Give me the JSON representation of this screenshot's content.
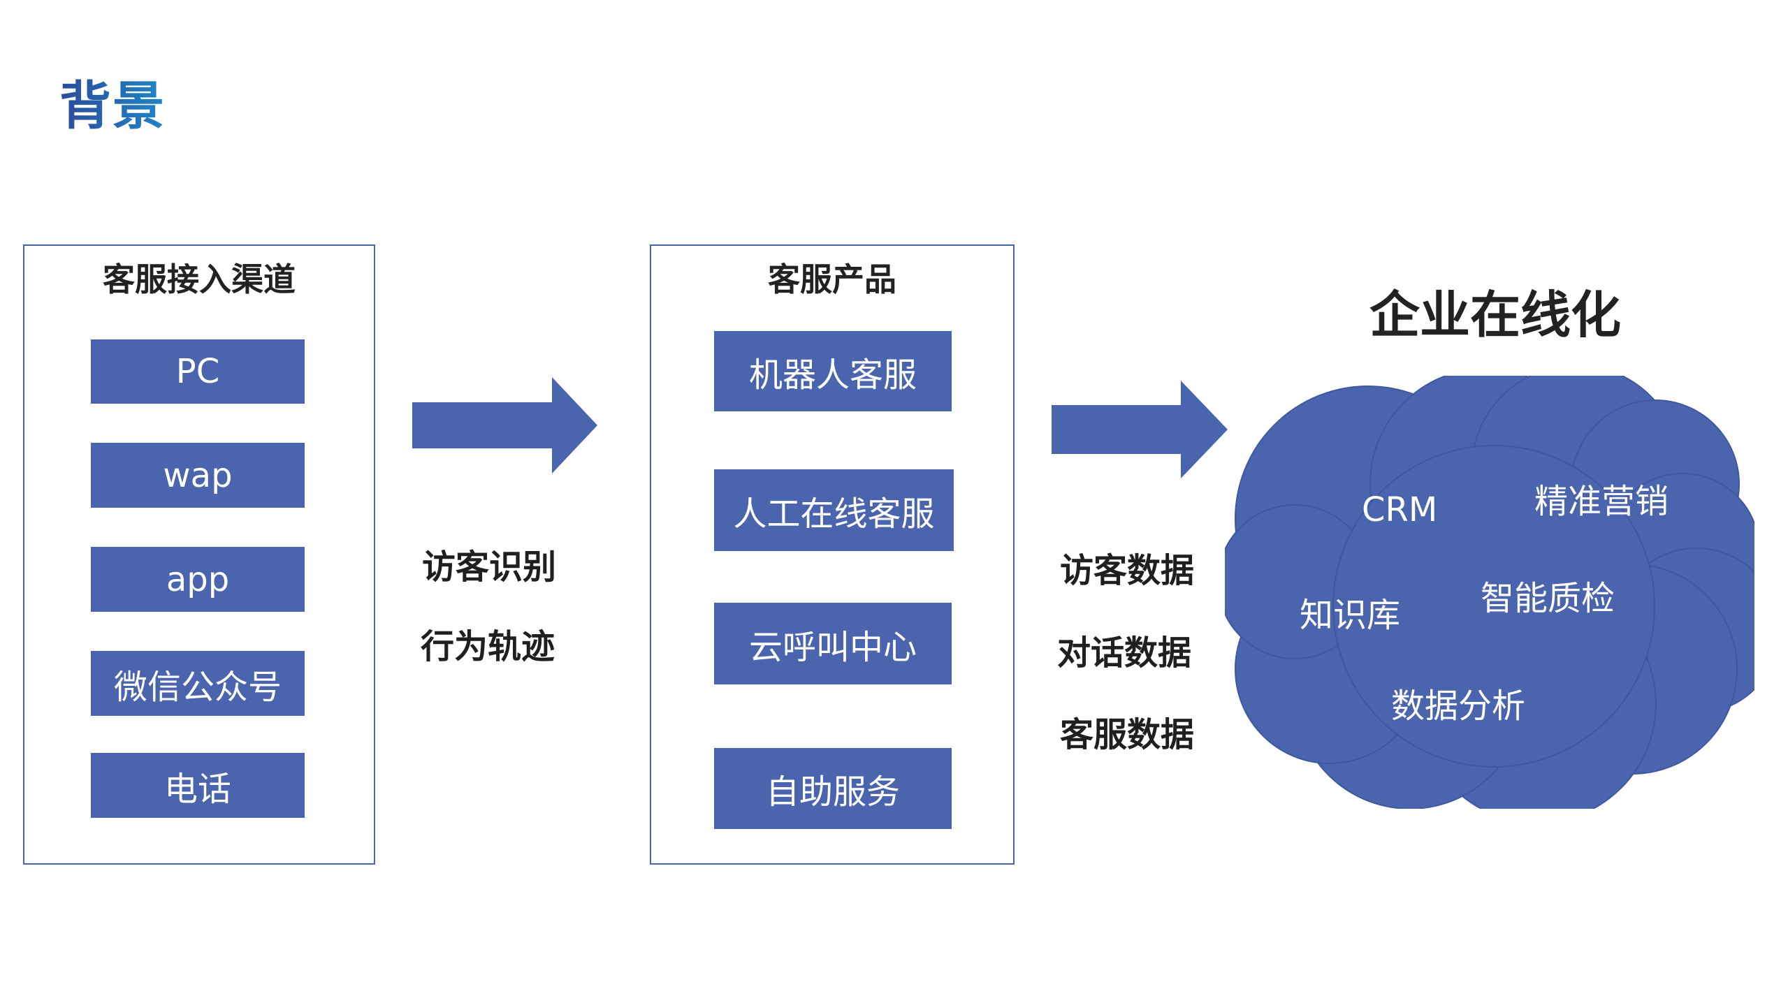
{
  "page": {
    "title": "背景"
  },
  "channels": {
    "title": "客服接入渠道",
    "items": [
      "PC",
      "wap",
      "app",
      "微信公众号",
      "电话"
    ]
  },
  "between1": {
    "labels": [
      "访客识别",
      "行为轨迹"
    ]
  },
  "products": {
    "title": "客服产品",
    "items": [
      "机器人客服",
      "人工在线客服",
      "云呼叫中心",
      "自助服务"
    ]
  },
  "between2": {
    "labels": [
      "访客数据",
      "对话数据",
      "客服数据"
    ]
  },
  "enterprise": {
    "title": "企业在线化",
    "cloud_items": [
      "CRM",
      "精准营销",
      "知识库",
      "智能质检",
      "数据分析"
    ]
  },
  "colors": {
    "primary_blue": "#4a64ad",
    "panel_border": "#4a66aa",
    "title_gradient_start": "#2c4b9a",
    "title_gradient_end": "#1f86c8",
    "text_dark": "#222222"
  },
  "icons": {
    "arrow_1": "right-arrow-icon",
    "arrow_2": "right-arrow-icon",
    "cloud": "cloud-icon"
  }
}
